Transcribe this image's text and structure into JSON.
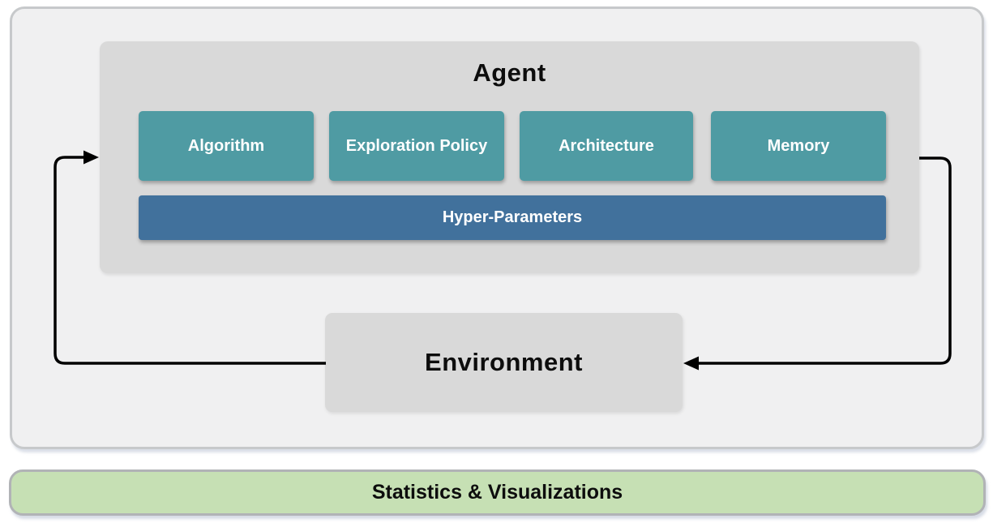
{
  "diagram": {
    "agent": {
      "title": "Agent",
      "modules": [
        "Algorithm",
        "Exploration Policy",
        "Architecture",
        "Memory"
      ],
      "hyper_parameters_label": "Hyper-Parameters"
    },
    "environment": {
      "title": "Environment"
    },
    "footer": {
      "label": "Statistics & Visualizations"
    },
    "colors": {
      "module_teal": "#4f9ba3",
      "hyper_parameters_blue": "#41719c",
      "inner_box_gray": "#d9d9d9",
      "outer_panel_gray": "#f0f0f1",
      "footer_green": "#c6e0b4",
      "arrow_black": "#000000"
    }
  }
}
